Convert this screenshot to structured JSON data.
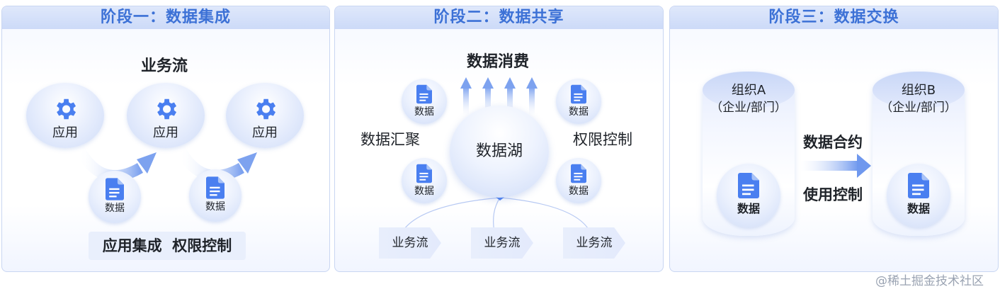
{
  "stage1": {
    "title": "阶段一：数据集成",
    "flow_label": "业务流",
    "app_label": "应用",
    "data_label": "数据",
    "bottom_tags": "应用集成  权限控制"
  },
  "stage2": {
    "title": "阶段二：数据共享",
    "consume_label": "数据消费",
    "aggregate_label": "数据汇聚",
    "access_label": "权限控制",
    "lake_label": "数据湖",
    "data_label": "数据",
    "flow_label": "业务流"
  },
  "stage3": {
    "title": "阶段三：数据交换",
    "org_a": "组织A",
    "org_b": "组织B",
    "org_sub": "（企业/部门）",
    "contract_label": "数据合约",
    "usage_label": "使用控制",
    "data_label": "数据"
  },
  "watermark": "@稀土掘金技术社区",
  "colors": {
    "accent": "#3c71d6",
    "icon_blue": "#4a7ff0",
    "bubble_light": "#e9effd"
  }
}
